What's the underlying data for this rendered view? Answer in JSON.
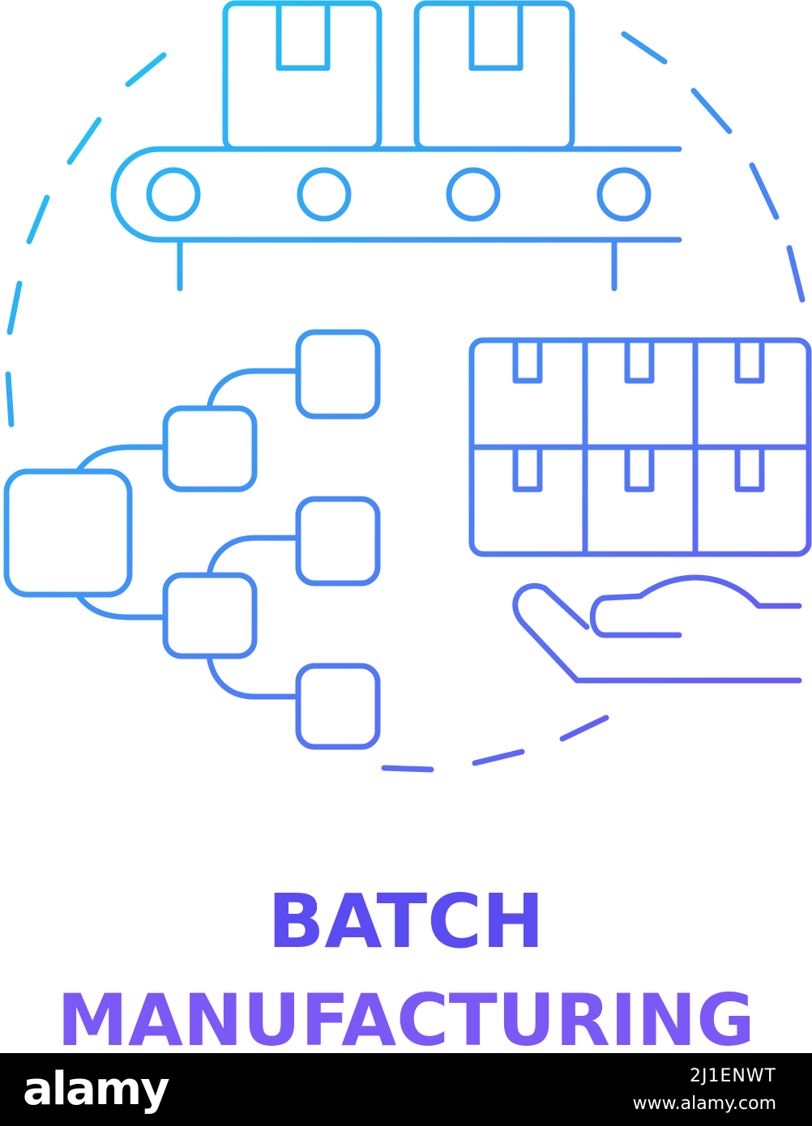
{
  "icon": {
    "name": "batch-manufacturing-concept-icon",
    "stroke_gradient_start": "#1ec8f4",
    "stroke_gradient_end": "#6a55f5"
  },
  "caption": {
    "line1": "BATCH",
    "line2": "MANUFACTURING",
    "gradient_start": "#5a4cf0",
    "gradient_end": "#7b59f6"
  },
  "watermark": {
    "logo": "alamy",
    "image_id": "2J1ENWT",
    "url": "www.alamy.com",
    "bar_color": "#000000",
    "text_color": "#ffffff"
  }
}
